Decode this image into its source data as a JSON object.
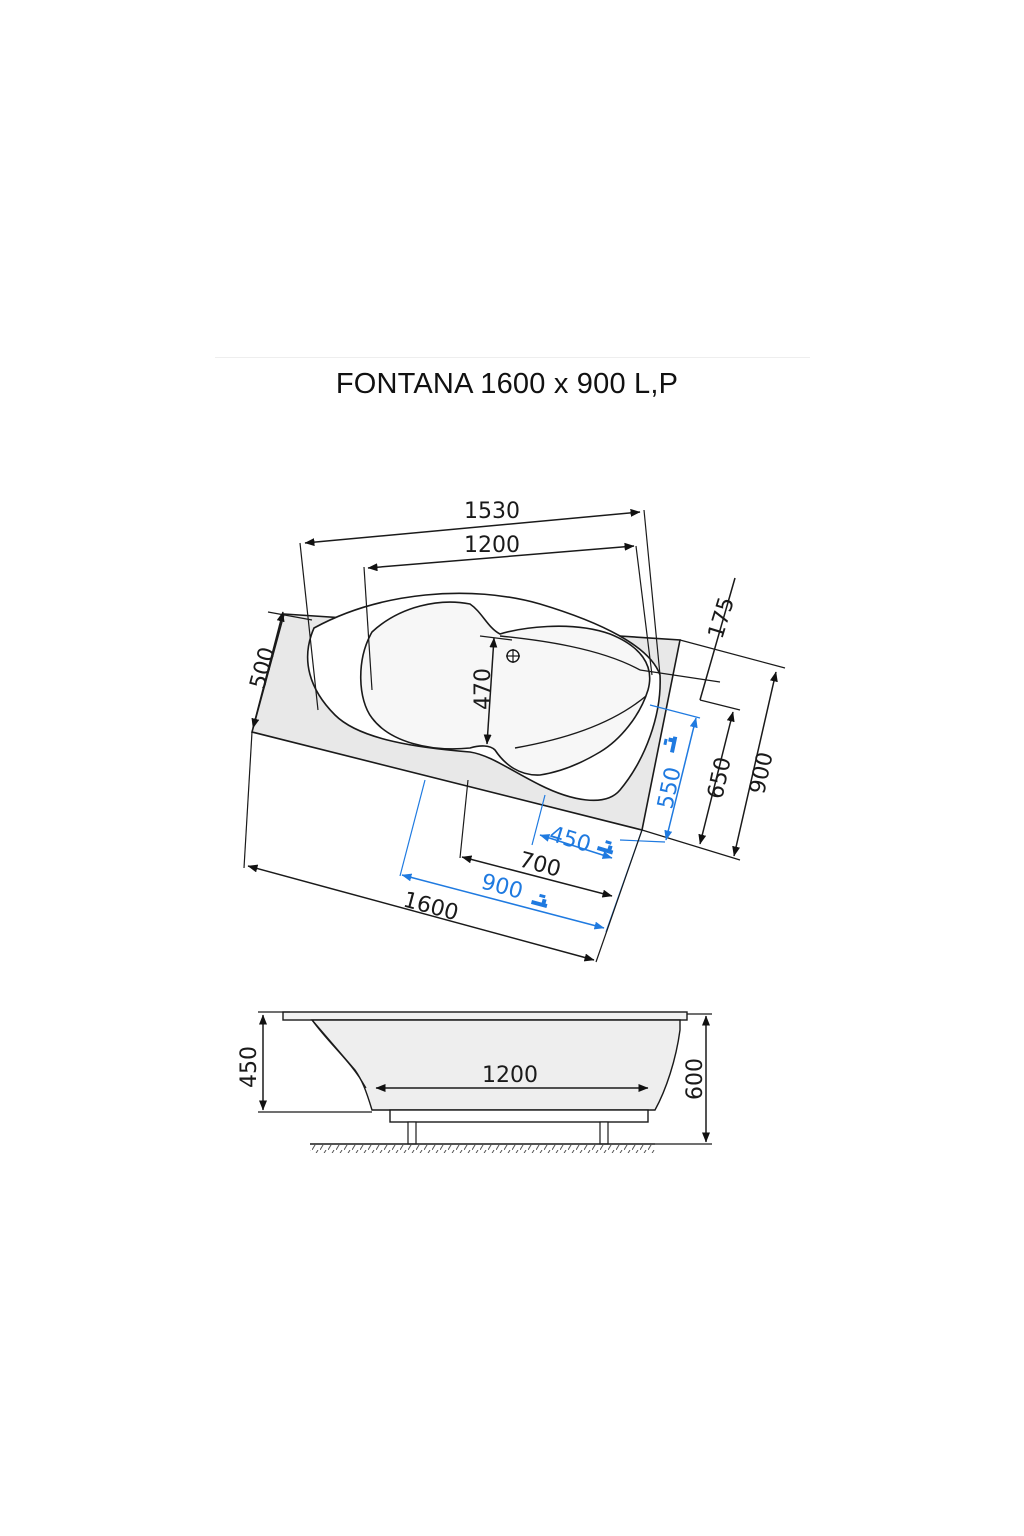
{
  "title": "FONTANA 1600 x 900 L,P",
  "colors": {
    "line": "#111111",
    "blue": "#1f7ae0",
    "shade": "#e9e9e9"
  },
  "icons": {
    "tap": "faucet-icon",
    "drain": "drain-icon"
  },
  "plan_view": {
    "dimensions": {
      "overall_length": "1600",
      "overall_width": "900",
      "inner_length": "1530",
      "basin_length": "1200",
      "rim_offset": "175",
      "end_width": "500",
      "basin_width": "470",
      "side_depth": "650",
      "front_length": "700"
    },
    "tap_dimensions": {
      "tap_side": "550",
      "tap_front_short": "450",
      "tap_front_long": "900"
    }
  },
  "side_view": {
    "dimensions": {
      "basin_height": "450",
      "total_height": "600",
      "bottom_length": "1200"
    }
  }
}
